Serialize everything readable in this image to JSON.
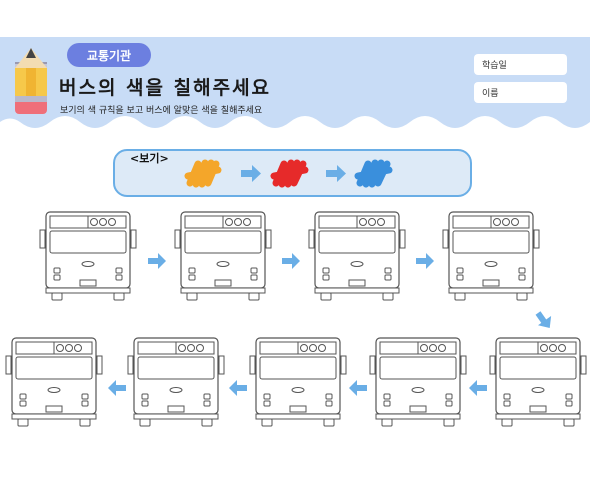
{
  "header": {
    "tag": "교통기관",
    "title": "버스의 색을 칠해주세요",
    "subtitle": "보기의 색 규칙을 보고 버스에 알맞은 색을 칠해주세요"
  },
  "fields": [
    {
      "label": "학습일"
    },
    {
      "label": "이름"
    }
  ],
  "example": {
    "label": "<보기>",
    "colors": [
      "#f4a62a",
      "#e62a2a",
      "#3a8fdc"
    ]
  },
  "colors": {
    "header_bg": "#c8dcf6",
    "tag_bg": "#6c7fe0",
    "arrow": "#6aaee6"
  }
}
